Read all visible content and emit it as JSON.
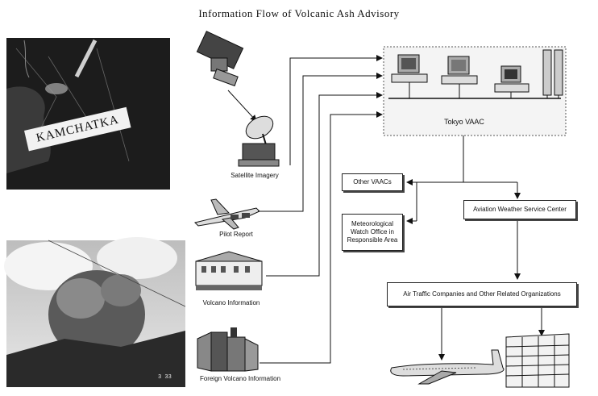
{
  "title": "Information Flow of Volcanic Ash Advisory",
  "photos": {
    "satellite_photo_label": "KAMCHATKA",
    "eruption_photo_stamp": "3 33"
  },
  "sources": [
    {
      "id": "satellite",
      "label": "Satellite Imagery"
    },
    {
      "id": "pilot",
      "label": "Pilot Report"
    },
    {
      "id": "volcano",
      "label": "Volcano Information"
    },
    {
      "id": "foreign",
      "label": "Foreign Volcano Information"
    }
  ],
  "center": {
    "label": "Tokyo VAAC"
  },
  "nodes": {
    "other_vaacs": "Other VAACs",
    "mwo_line1": "Meteorological",
    "mwo_line2": "Watch Office in",
    "mwo_line3": "Responsible Area",
    "awsc": "Aviation Weather Service Center",
    "air_traffic": "Air Traffic Companies and Other Related Organizations"
  },
  "colors": {
    "line": "#111111",
    "photo_dark": "#1c1c1c",
    "vaac_bg": "#f4f4f4"
  }
}
